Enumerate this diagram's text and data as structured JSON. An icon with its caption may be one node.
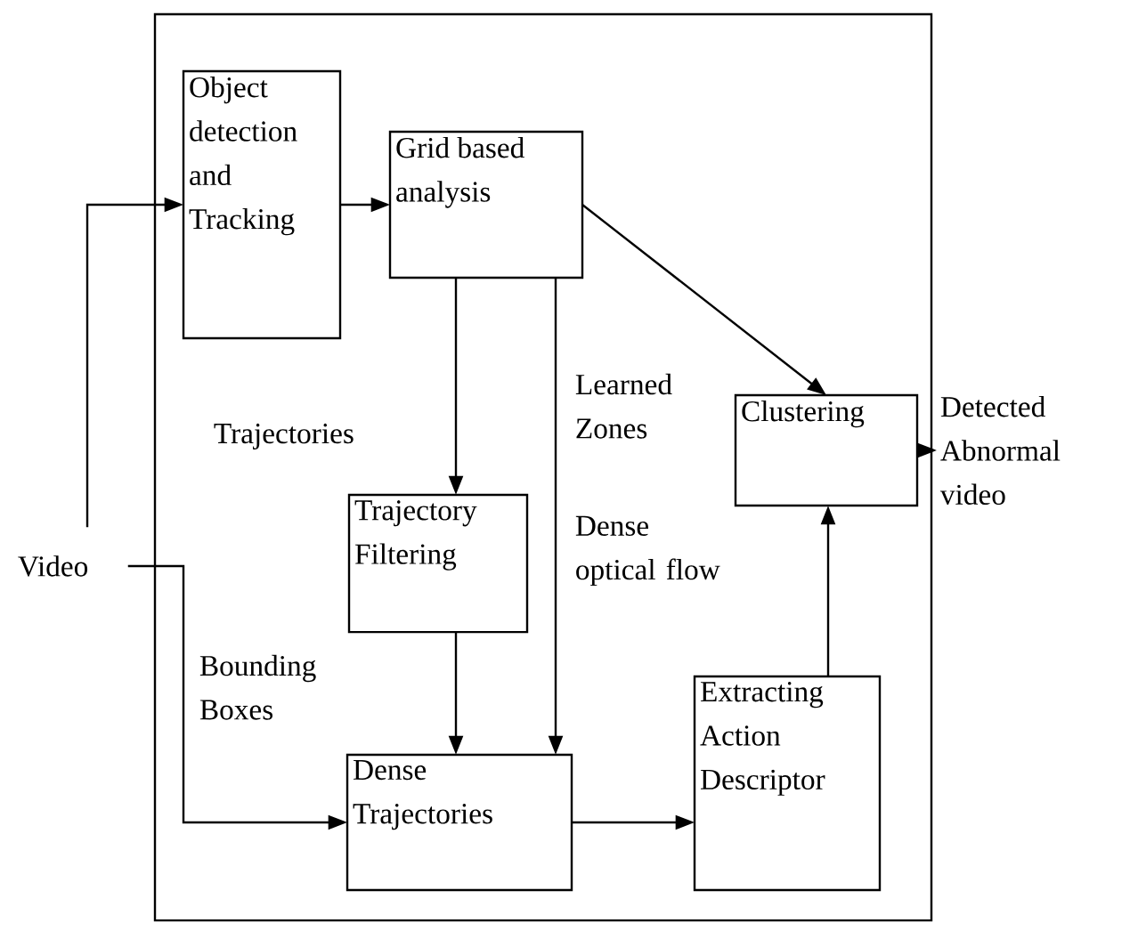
{
  "diagram": {
    "nodes": [
      {
        "text": [],
        "shape": "box"
      },
      {
        "text": [
          "Object detection and Tracking"
        ],
        "in": 0
      },
      {
        "text": [
          "Grid based analysis"
        ],
        "in": 0
      },
      {
        "text": [
          "Clustering"
        ],
        "in": 0
      },
      {
        "text": [
          "Trajectory Filtering"
        ],
        "in": 0
      },
      {
        "text": [
          "Dense Trajectories"
        ],
        "in": 0
      },
      {
        "text": [
          "Extracting Action Descriptor"
        ],
        "in": 0
      },
      {
        "text": [
          "Video"
        ]
      },
      {
        "text": [
          "Detected Abnormal video"
        ]
      }
    ],
    "edges": [
      {
        "from": 7,
        "to": 1,
        "arrow": "to"
      },
      {
        "from": 1,
        "to": 2,
        "arrow": "to"
      },
      {
        "from": 2,
        "to": 3,
        "arrow": "to"
      },
      {
        "from": 2,
        "to": 4,
        "arrow": "to"
      },
      {
        "from": 2,
        "to": 5,
        "arrow": "to"
      },
      {
        "from": 3,
        "to": 8,
        "arrow": "to"
      },
      {
        "from": 4,
        "to": 5,
        "arrow": "to"
      },
      {
        "from": 7,
        "to": 5,
        "arrow": "to"
      },
      {
        "from": 5,
        "to": 6,
        "arrow": "to"
      },
      {
        "from": 6,
        "to": 3,
        "arrow": "to"
      }
    ],
    "labels": [
      "Trajectories",
      "Learned Zones",
      "Dense optical flow",
      "Bounding Boxes"
    ]
  }
}
